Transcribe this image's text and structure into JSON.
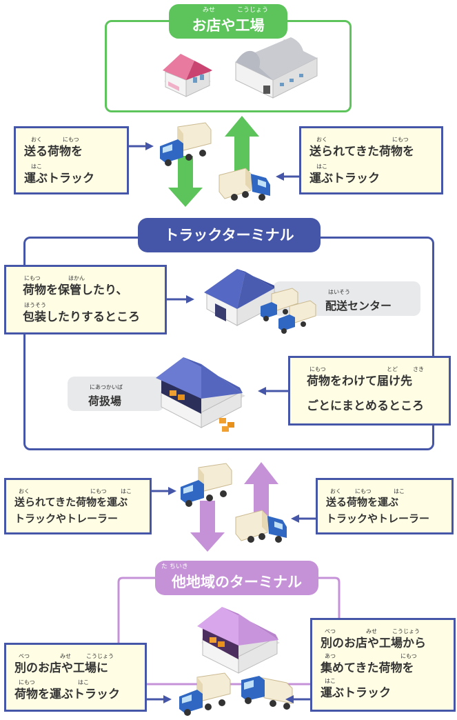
{
  "top_title": {
    "label": "お店や工場",
    "ruby_mise": "みせ",
    "ruby_koujou": "こうじょう"
  },
  "truck_terminal_title": {
    "label": "トラックターミナル"
  },
  "regional_terminal_title": {
    "label": "他地域のターミナル",
    "ruby": "た ちいき"
  },
  "notes": {
    "send_truck": {
      "line1": "送る荷物を",
      "line2": "運ぶトラック",
      "r1": "おく",
      "r2": "にもつ",
      "r3": "はこ"
    },
    "receive_truck": {
      "line1": "送られてきた荷物を",
      "line2": "運ぶトラック",
      "r1": "おく",
      "r2": "にもつ",
      "r3": "はこ"
    },
    "storage": {
      "line1": "荷物を保管したり、",
      "line2": "包装したりするところ",
      "r1": "にもつ",
      "r2": "ほかん",
      "r3": "ほうそう"
    },
    "sorting": {
      "line1": "荷物をわけて届け先",
      "line2": "ごとにまとめるところ",
      "r1": "にもつ",
      "r2": "とど",
      "r3": "さき"
    },
    "received_trailer": {
      "line1": "送られてきた荷物を運ぶ",
      "line2": "トラックやトレーラー",
      "r1": "おく",
      "r2": "にもつ",
      "r3": "はこ"
    },
    "send_trailer": {
      "line1": "送る荷物を運ぶ",
      "line2": "トラックやトレーラー",
      "r1": "おく",
      "r2": "にもつ",
      "r3": "はこ"
    },
    "other_shops": {
      "line1": "別のお店や工場に",
      "line2": "荷物を運ぶトラック",
      "r1": "べつ",
      "r2": "みせ",
      "r3": "こうじょう",
      "r4": "にもつ",
      "r5": "はこ"
    },
    "collect": {
      "line1": "別のお店や工場から",
      "line2": "集めてきた荷物を",
      "line3": "運ぶトラック",
      "r1": "べつ",
      "r2": "みせ",
      "r3": "こうじょう",
      "r4": "あつ",
      "r5": "にもつ",
      "r6": "はこ"
    }
  },
  "labels": {
    "delivery_center": {
      "label": "配送センター",
      "ruby": "はいそう"
    },
    "loading_area": {
      "label": "荷扱場",
      "ruby": "にあつかいば"
    }
  },
  "colors": {
    "green": "#5cc45a",
    "navy": "#4556a8",
    "violet": "#c592d8",
    "note_bg": "#fffee4"
  }
}
